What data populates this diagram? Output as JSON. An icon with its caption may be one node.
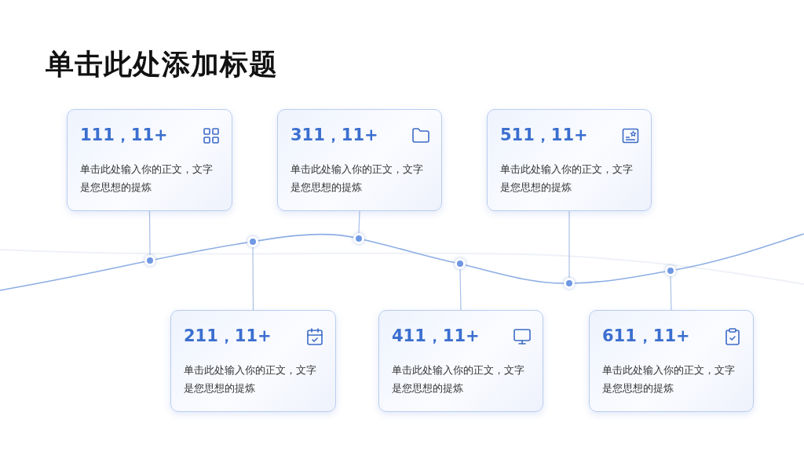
{
  "diagram": {
    "title": "单击此处添加标题",
    "nodes": [
      {
        "text": [
          "111，11+",
          "单击此处输入你的正文，文字是您思想的提炼"
        ]
      },
      {
        "text": [
          "211，11+",
          "单击此处输入你的正文，文字是您思想的提炼"
        ]
      },
      {
        "text": [
          "311，11+",
          "单击此处输入你的正文，文字是您思想的提炼"
        ]
      },
      {
        "text": [
          "411，11+",
          "单击此处输入你的正文，文字是您思想的提炼"
        ]
      },
      {
        "text": [
          "511，11+",
          "单击此处输入你的正文，文字是您思想的提炼"
        ]
      },
      {
        "text": [
          "611，11+",
          "单击此处输入你的正文，文字是您思想的提炼"
        ]
      },
      {
        "text": [],
        "shape": "circle"
      },
      {
        "text": [],
        "shape": "circle"
      },
      {
        "text": [],
        "shape": "circle"
      },
      {
        "text": [],
        "shape": "circle"
      },
      {
        "text": [],
        "shape": "circle"
      },
      {
        "text": [],
        "shape": "circle"
      }
    ],
    "edges": [
      {
        "from": 0,
        "to": 6,
        "arrow": "none"
      },
      {
        "from": 1,
        "to": 7,
        "arrow": "none"
      },
      {
        "from": 2,
        "to": 8,
        "arrow": "none"
      },
      {
        "from": 3,
        "to": 9,
        "arrow": "none"
      },
      {
        "from": 4,
        "to": 10,
        "arrow": "none"
      },
      {
        "from": 5,
        "to": 11,
        "arrow": "none"
      }
    ]
  }
}
